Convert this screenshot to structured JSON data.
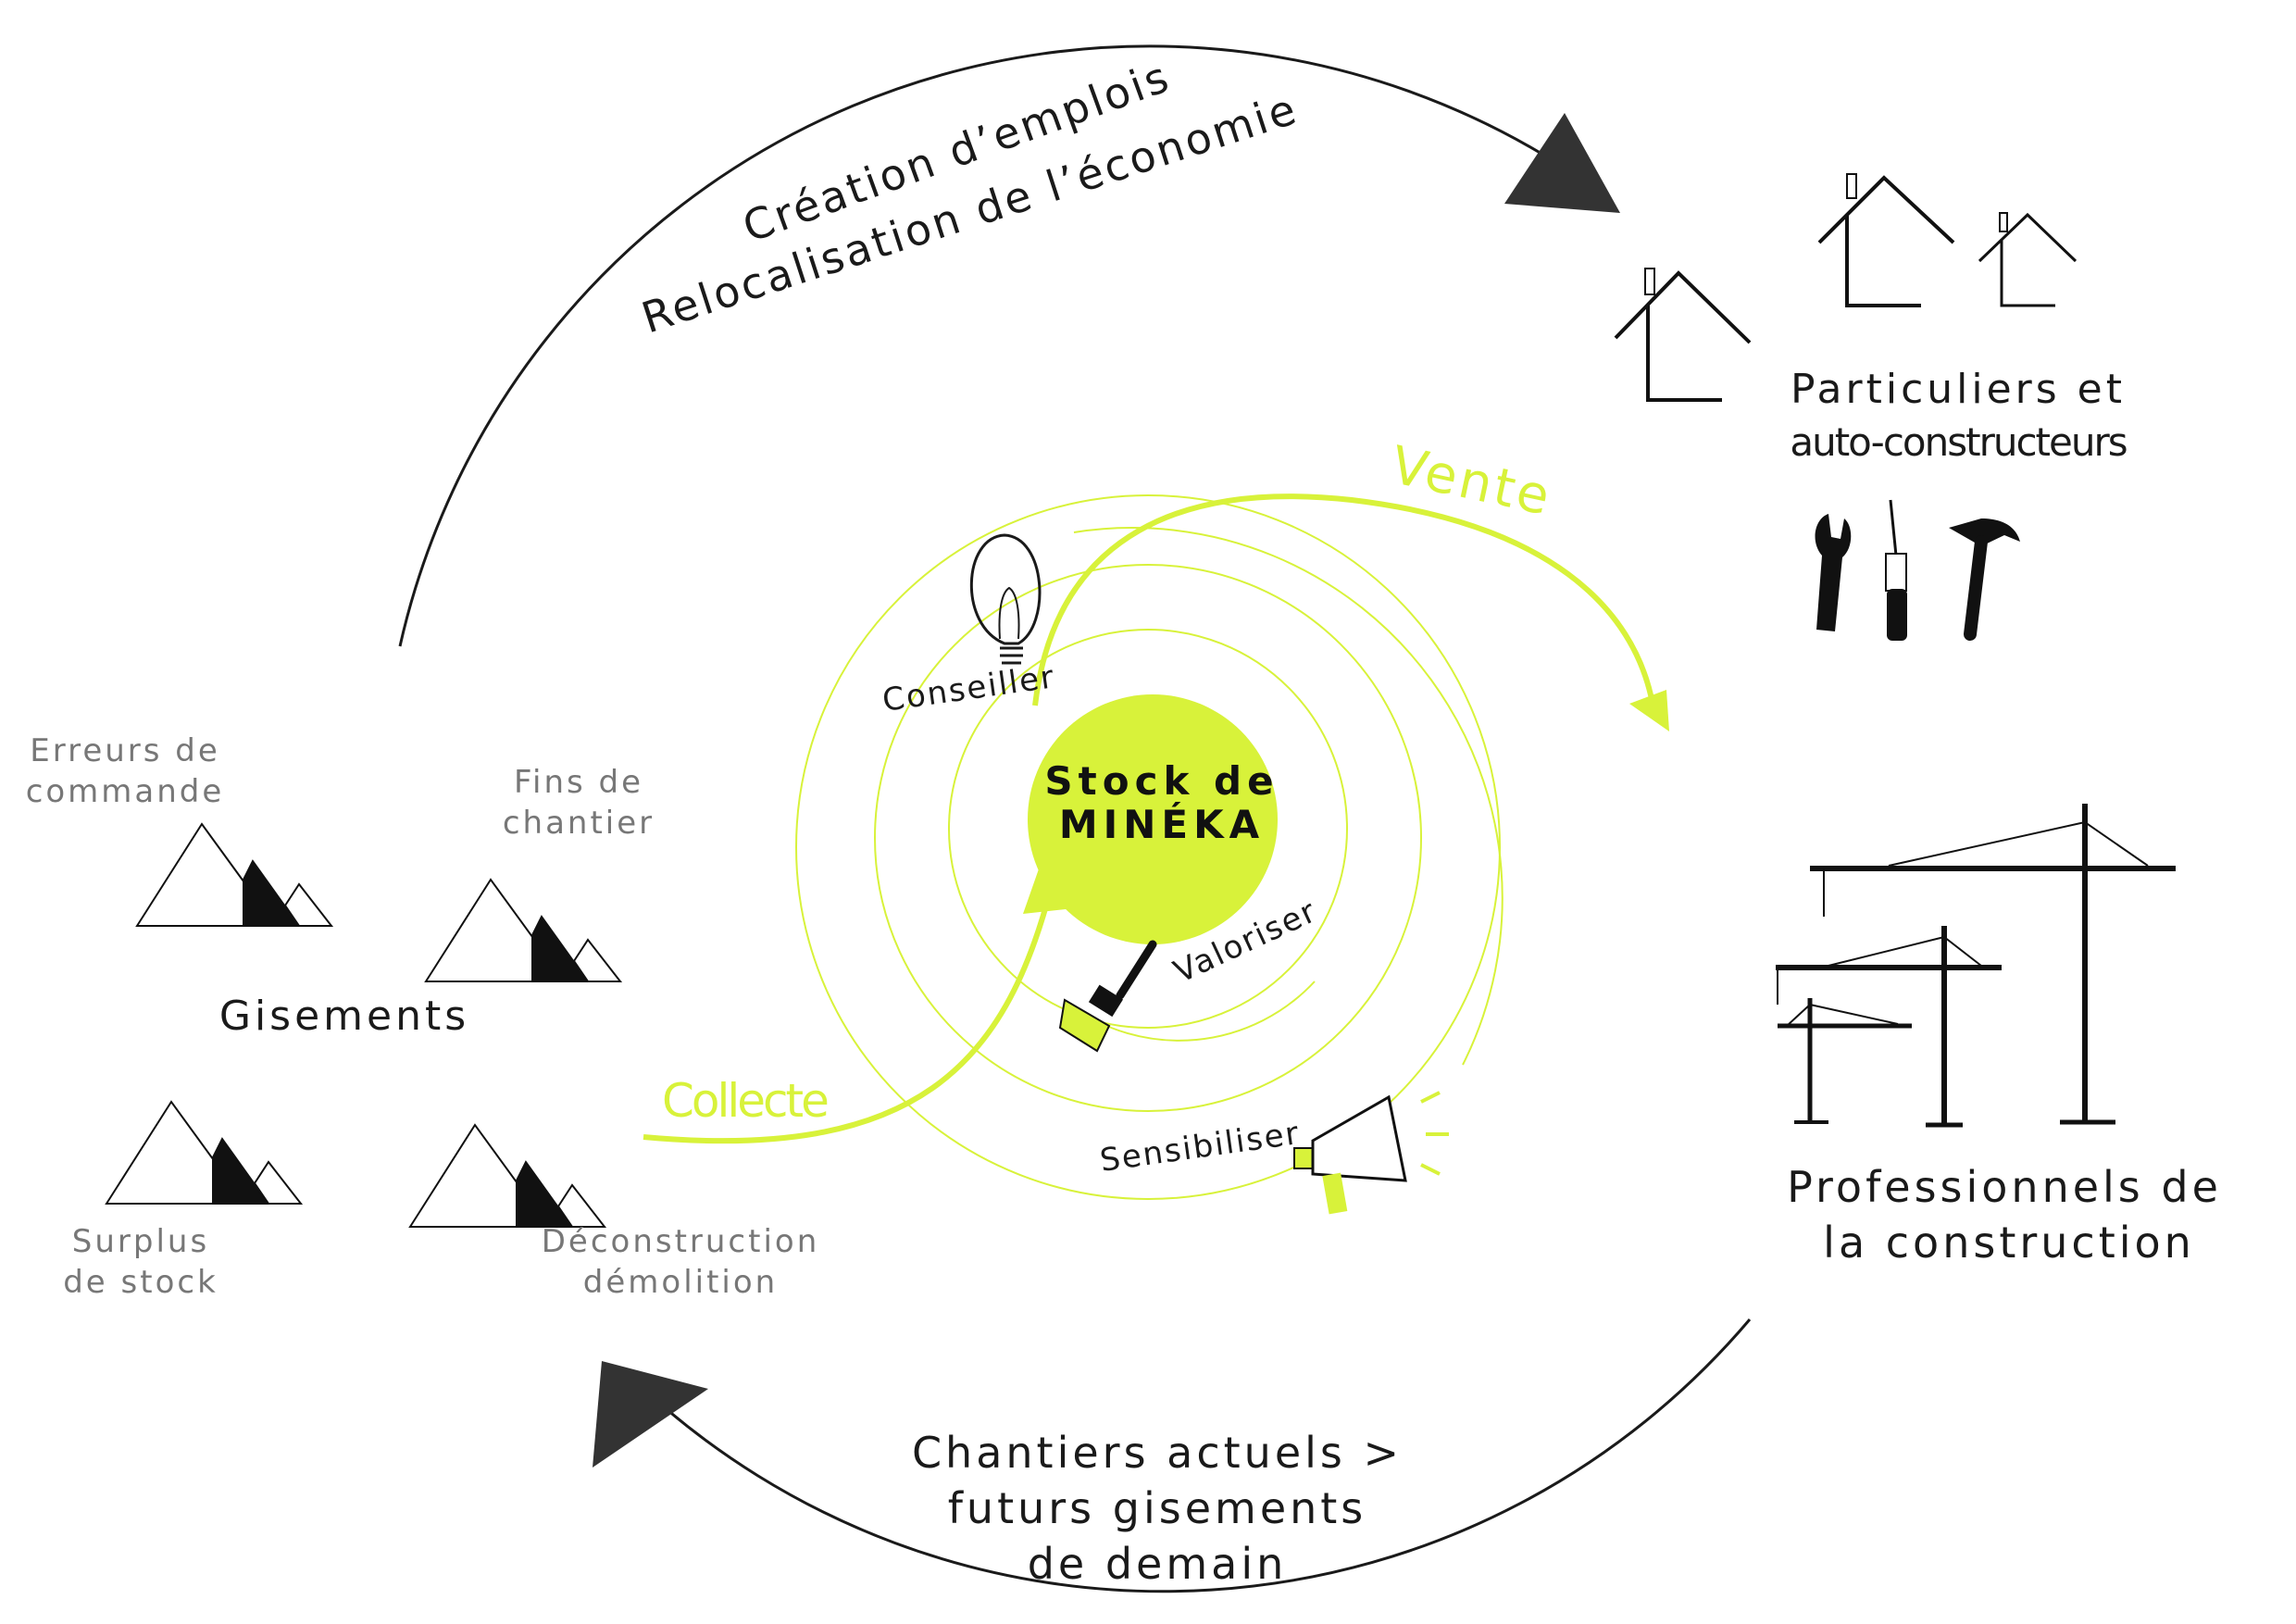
{
  "colors": {
    "accent": "#d8f23a",
    "ink": "#1a1a1a",
    "muted": "#777777",
    "background": "#ffffff"
  },
  "top_arc": {
    "line1": "Création d’emplois",
    "line2": "Relocalisation de l’économie"
  },
  "bottom_arc": {
    "line1": "Chantiers actuels >",
    "line2": "futurs gisements",
    "line3": "de demain"
  },
  "center": {
    "line1": "Stock de",
    "line2": "MINÉKA"
  },
  "flows": {
    "vente": "Vente",
    "collecte": "Collecte"
  },
  "services": {
    "conseiller": "Conseiller",
    "valoriser": "Valoriser",
    "sensibiliser": "Sensibiliser"
  },
  "gisements": {
    "title": "Gisements",
    "erreurs": [
      "Erreurs de",
      "commande"
    ],
    "fins": [
      "Fins de",
      "chantier"
    ],
    "surplus": [
      "Surplus",
      "de stock"
    ],
    "deconstruction": [
      "Déconstruction",
      "démolition"
    ]
  },
  "clients": {
    "particuliers": [
      "Particuliers et",
      "auto-constructeurs"
    ],
    "professionnels": [
      "Professionnels  de",
      "la construction"
    ]
  },
  "icons": [
    "house-icon",
    "wrench-icon",
    "screwdriver-icon",
    "hammer-icon",
    "crane-icon",
    "lightbulb-icon",
    "paintbrush-icon",
    "megaphone-icon",
    "mountain-icon"
  ]
}
